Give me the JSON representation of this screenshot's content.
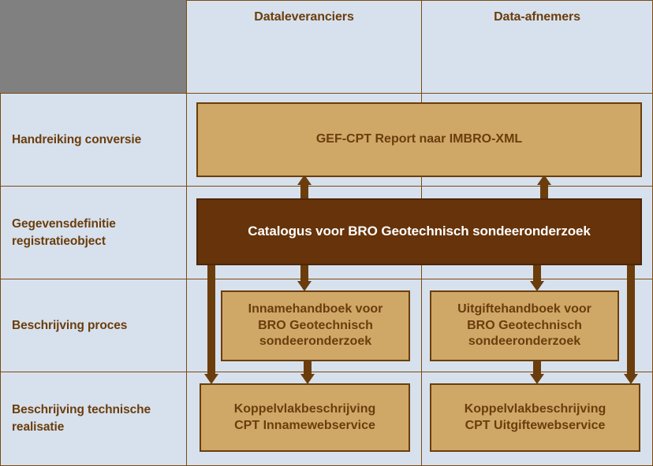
{
  "diagram": {
    "title_alt": "BRO Geotechnisch sondeeronderzoek documentatiestructuur",
    "colors": {
      "background": "#d7e1ed",
      "corner": "#808080",
      "border": "#7a4a10",
      "accent_dark": "#66330a",
      "accent_tan": "#cfa868",
      "text_brown": "#6b3d0c",
      "text_light": "#ffffff"
    },
    "corner_cell": {
      "label": ""
    },
    "columns": [
      {
        "id": "dataleveranciers",
        "label": "Dataleveranciers"
      },
      {
        "id": "data-afnemers",
        "label": "Data-afnemers"
      }
    ],
    "rows": [
      {
        "id": "handreiking-conversie",
        "label": "Handreiking conversie"
      },
      {
        "id": "gegevensdefinitie-registratieobject",
        "label": "Gegevensdefinitie registratieobject"
      },
      {
        "id": "beschrijving-proces",
        "label": "Beschrijving proces"
      },
      {
        "id": "beschrijving-technische-realisatie",
        "label": "Beschrijving technische realisatie"
      }
    ],
    "boxes": [
      {
        "id": "gef-cpt-report",
        "style": "tan",
        "row": "handreiking-conversie",
        "span": "both",
        "lines": [
          "GEF-CPT Report naar IMBRO-XML"
        ]
      },
      {
        "id": "catalogus-bro",
        "style": "dark",
        "row": "gegevensdefinitie-registratieobject",
        "span": "both",
        "lines": [
          "Catalogus voor BRO Geotechnisch sondeeronderzoek"
        ]
      },
      {
        "id": "innamehandboek",
        "style": "tan",
        "row": "beschrijving-proces",
        "span": "dataleveranciers",
        "lines": [
          "Innamehandboek voor",
          "BRO Geotechnisch",
          "sondeeronderzoek"
        ]
      },
      {
        "id": "uitgiftehandboek",
        "style": "tan",
        "row": "beschrijving-proces",
        "span": "data-afnemers",
        "lines": [
          "Uitgiftehandboek voor",
          "BRO Geotechnisch",
          "sondeeronderzoek"
        ]
      },
      {
        "id": "koppelvlak-inname",
        "style": "tan",
        "row": "beschrijving-technische-realisatie",
        "span": "dataleveranciers",
        "lines": [
          "Koppelvlakbeschrijving",
          "CPT Innamewebservice"
        ]
      },
      {
        "id": "koppelvlak-uitgifte",
        "style": "tan",
        "row": "beschrijving-technische-realisatie",
        "span": "data-afnemers",
        "lines": [
          "Koppelvlakbeschrijving",
          "CPT Uitgiftewebservice"
        ]
      }
    ],
    "connectors": [
      {
        "id": "catalogus-to-gefcpt-left",
        "direction": "up",
        "from": "catalogus-bro",
        "to": "gef-cpt-report"
      },
      {
        "id": "catalogus-to-gefcpt-right",
        "direction": "up",
        "from": "catalogus-bro",
        "to": "gef-cpt-report"
      },
      {
        "id": "catalogus-to-innamehandboek",
        "direction": "down",
        "from": "catalogus-bro",
        "to": "innamehandboek"
      },
      {
        "id": "catalogus-to-uitgiftehandboek",
        "direction": "down",
        "from": "catalogus-bro",
        "to": "uitgiftehandboek"
      },
      {
        "id": "catalogus-to-koppelvlak-inname",
        "direction": "down",
        "from": "catalogus-bro",
        "to": "koppelvlak-inname"
      },
      {
        "id": "catalogus-to-koppelvlak-uitgifte",
        "direction": "down",
        "from": "catalogus-bro",
        "to": "koppelvlak-uitgifte"
      },
      {
        "id": "innamehandboek-to-koppelvlak-inname",
        "direction": "down",
        "from": "innamehandboek",
        "to": "koppelvlak-inname"
      },
      {
        "id": "uitgiftehandboek-to-koppelvlak-uitgifte",
        "direction": "down",
        "from": "uitgiftehandboek",
        "to": "koppelvlak-uitgifte"
      }
    ]
  }
}
